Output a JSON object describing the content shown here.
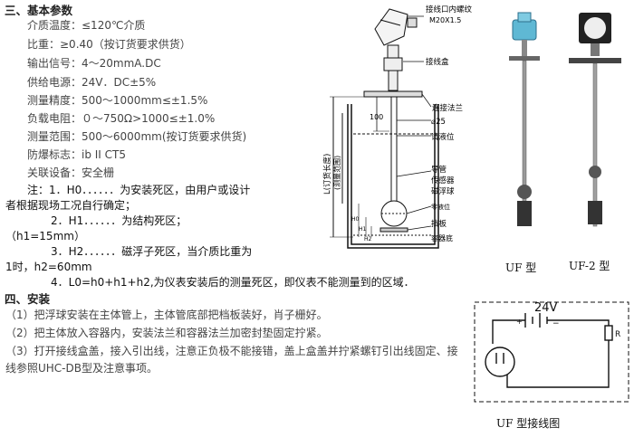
{
  "section3": {
    "title": "三、基本参数",
    "params": [
      "介质温度：≤120℃介质",
      "比重：≥0.40（按订货要求供货）",
      "输出信号：4～20mmA.DC",
      "供给电源：24V．DC±5%",
      "测量精度：500～1000mm≤±1.5%",
      "负载电阻：０～750Ω>1000≤±1.0%",
      "测量范围：500～6000mm(按订货要求供货)",
      "防爆标志：ib II CT5",
      "关联设备：安全栅"
    ],
    "note_lines": [
      "注：1．H0．．．．．．为安装死区，由用户或设计",
      "者根据现场工况自行确定；",
      "2．H1．．．．．．为结构死区；",
      "（h1=15mm）",
      "3．H2．．．．．．磁浮子死区，当介质比重为",
      "1时，h2=60mm",
      "4．L0=h0+h1+h2,为仪表安装后的测量死区，即仪表不能测量到的区域．"
    ]
  },
  "section4": {
    "title": "四、安装",
    "steps": [
      "（1）把浮球安装在主体管上，主体管底部把档板装好，肖子栅好。",
      "（2）把主体放入容器内，安装法兰和容器法兰加密封垫固定拧紧。",
      "（3）打开接线盒盖，接入引出线，注意正负极不能接错，盖上盒盖并拧紧螺钉引出线固定、接",
      "线参照UHC-DB型及注意事项。"
    ]
  },
  "diagram": {
    "labels": {
      "thread": "接线口内螺纹",
      "thread_spec": "M20X1.5",
      "junction_box": "接线盒",
      "flange": "连接法兰",
      "dim_100": "100",
      "dia_25": "⌀25",
      "liquid_level": "请液位",
      "conduit": "导管",
      "sensor": "传感器",
      "magnet_ball": "磁浮球",
      "zero_level": "零液位",
      "baffle": "挡板",
      "vessel_bottom": "容器底",
      "l_label": "L(订货长度)",
      "measure_range": "(测量范围)",
      "h0": "H0",
      "h1": "H1",
      "h2": "H2"
    }
  },
  "photos": {
    "uf_caption": "UF 型",
    "uf2_caption": "UF-2 型"
  },
  "wiring": {
    "voltage": "24V",
    "plus": "+",
    "minus": "−",
    "resistor": "R",
    "caption": "UF 型接线图"
  },
  "colors": {
    "probe_head": "#5fb8d4",
    "probe_head_dark": "#2c6f8c"
  }
}
